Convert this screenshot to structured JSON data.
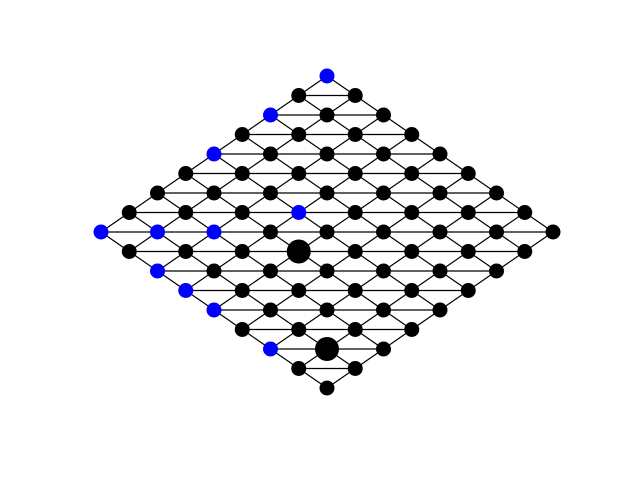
{
  "board": {
    "type": "hex-rhombus",
    "size": 9,
    "cells": [
      [
        "B",
        "B",
        "B",
        "B",
        "B",
        "B",
        "B",
        "B",
        "B"
      ],
      [
        "B",
        "B",
        "B",
        "B",
        "B",
        "B",
        "B",
        "B",
        "B"
      ],
      [
        "X",
        "B",
        "B",
        "B",
        "B",
        "B",
        "B",
        "B",
        "B"
      ],
      [
        "B",
        "B",
        "B",
        "B",
        "B",
        "B",
        "B",
        "B",
        "B"
      ],
      [
        "X",
        "B",
        "B",
        "B",
        "B",
        "B",
        "B",
        "B",
        "B"
      ],
      [
        "X",
        "B",
        "B",
        "B",
        "X",
        "B",
        "B",
        "B",
        "B"
      ],
      [
        "X",
        "B",
        "X",
        "B",
        "B",
        "B",
        "B",
        "B",
        "B"
      ],
      [
        "B",
        "X",
        "B",
        "B",
        "B",
        "B",
        "B",
        "B",
        "B"
      ],
      [
        "X",
        "B",
        "B",
        "B",
        "X",
        "B",
        "X",
        "B",
        "X"
      ]
    ],
    "highlighted_black": [
      1,
      1
    ],
    "highlighted_blue": [
      4,
      3
    ]
  },
  "colors": {
    "black": "#000000",
    "blue": "#0000ff",
    "edge": "#000000",
    "background": "#ffffff"
  }
}
